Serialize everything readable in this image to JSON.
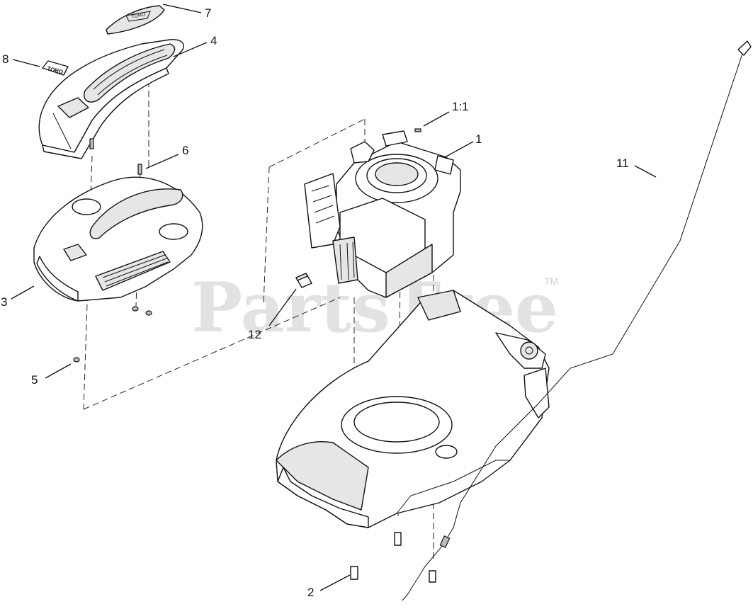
{
  "callouts": [
    {
      "id": "7",
      "label": "7"
    },
    {
      "id": "4",
      "label": "4"
    },
    {
      "id": "8",
      "label": "8"
    },
    {
      "id": "6",
      "label": "6"
    },
    {
      "id": "3",
      "label": "3"
    },
    {
      "id": "5",
      "label": "5"
    },
    {
      "id": "1-1",
      "label": "1:1"
    },
    {
      "id": "1",
      "label": "1"
    },
    {
      "id": "11",
      "label": "11"
    },
    {
      "id": "12",
      "label": "12"
    },
    {
      "id": "2",
      "label": "2"
    }
  ],
  "watermark": {
    "text": "PartsTree",
    "trademark": "TM"
  },
  "decal_text": {
    "brand": "TORO"
  },
  "colors": {
    "line": "#111111",
    "watermark": "#d9d9d9",
    "fill": "#ffffff"
  }
}
